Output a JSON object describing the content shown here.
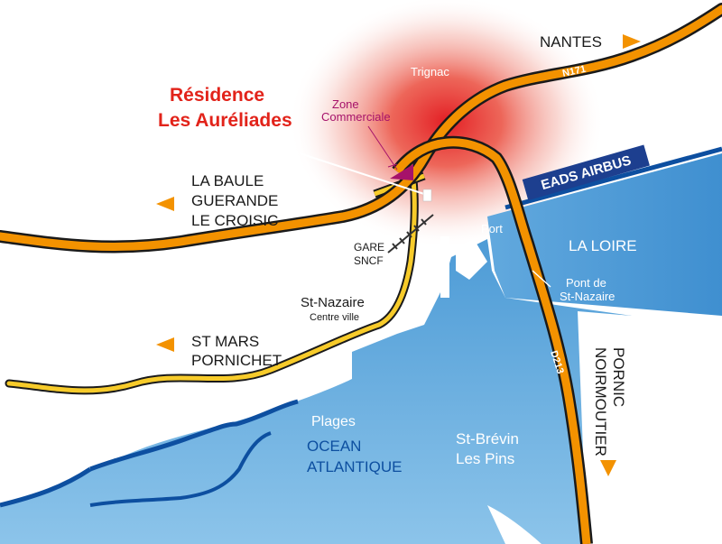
{
  "title_line1": "Résidence",
  "title_line2": "Les Auréliades",
  "zone_line1": "Zone",
  "zone_line2": "Commerciale",
  "places": {
    "trignac": "Trignac",
    "nantes": "NANTES",
    "n171": "N171",
    "eads": "EADS AIRBUS",
    "port": "Port",
    "loire": "LA LOIRE",
    "pont_line1": "Pont de",
    "pont_line2": "St-Nazaire",
    "labaule_line1": "LA BAULE",
    "labaule_line2": "GUERANDE",
    "labaule_line3": "LE CROISIC",
    "d213_west": "D213",
    "gare_line1": "GARE",
    "gare_line2": "SNCF",
    "stnazaire": "St-Nazaire",
    "centreville": "Centre ville",
    "stmars_line1": "ST MARS",
    "stmars_line2": "PORNICHET",
    "plages": "Plages",
    "ocean_line1": "OCEAN",
    "ocean_line2": "ATLANTIQUE",
    "stbrevin_line1": "St-Brévin",
    "stbrevin_line2": "Les Pins",
    "d213_south": "D213",
    "pornic_line1": "PORNIC",
    "pornic_line2": "NOIRMOUTIER"
  },
  "colors": {
    "road": "#f39200",
    "road_casing": "#1a1a1a",
    "secondary_road": "#f7cb2a",
    "water": "#5fa8da",
    "coast": "#0d4fa0",
    "title": "#e2231a",
    "zone": "#a6126a",
    "arrow": "#f39200"
  }
}
